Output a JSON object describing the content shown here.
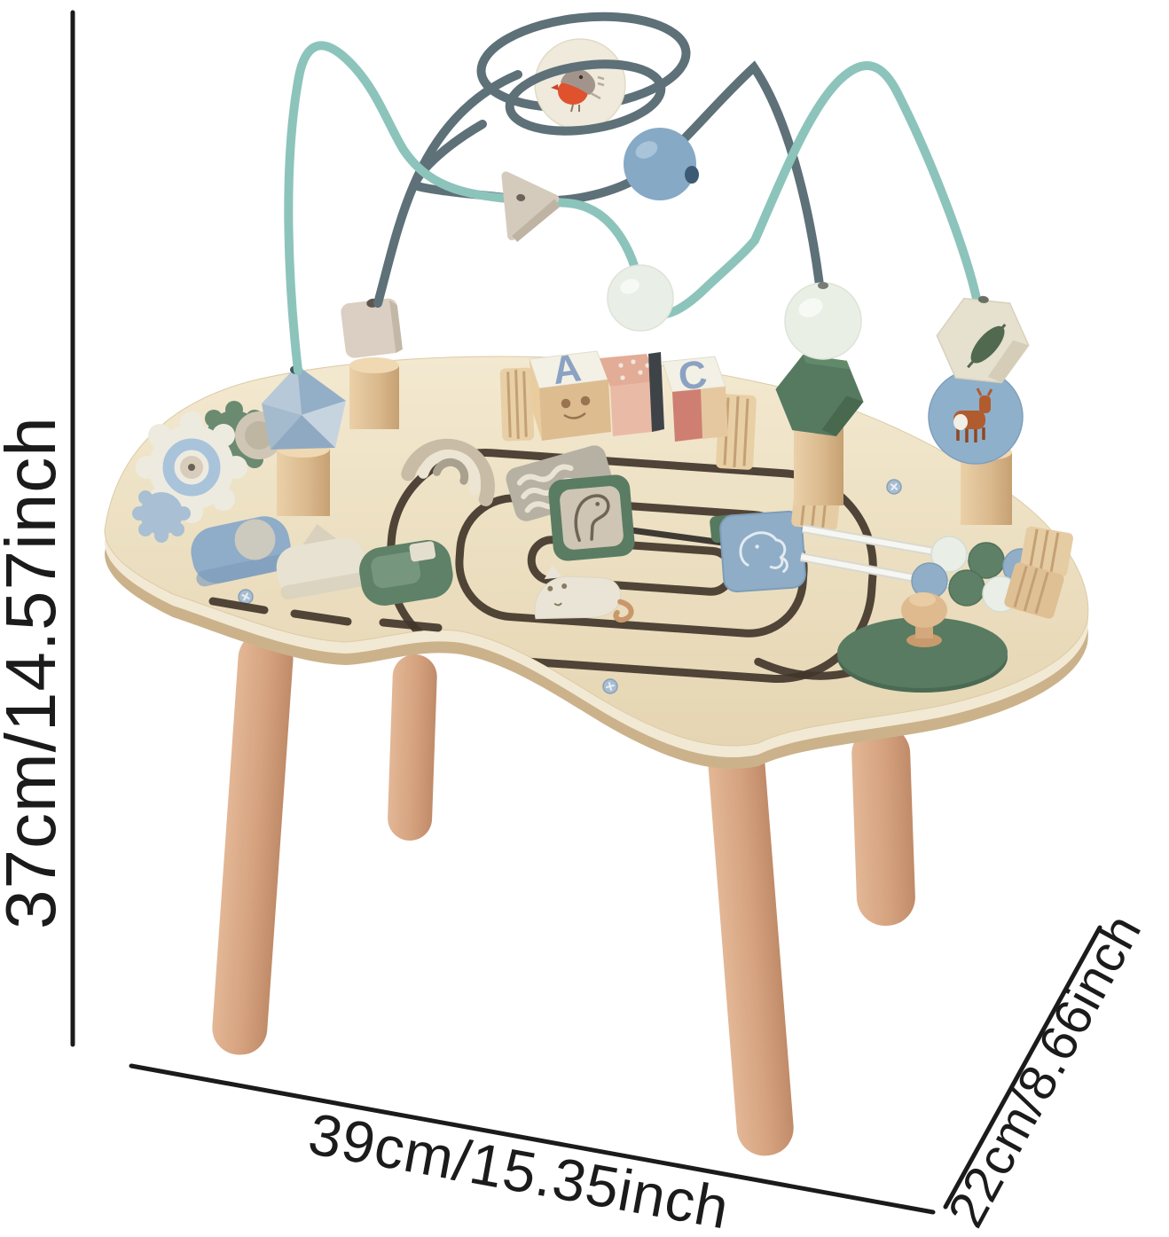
{
  "page": {
    "type": "product-photo",
    "background_color": "#ffffff"
  },
  "product": {
    "title": "wooden activity bead-maze table",
    "annotations": {
      "height_label": "37cm/14.57inch",
      "length_label": "39cm/15.35inch",
      "depth_label": "22cm/8.66inch"
    },
    "abc_blocks": {
      "letter_1": "A",
      "letter_2": "C"
    }
  },
  "colors": {
    "dimension_line": "#1b1b1b",
    "tabletop": "#EDE0C2",
    "tabletop_edge": "#CBB28B",
    "leg_wood": "#D5A483",
    "post_wood": "#DFBE94",
    "wire_teal": "#8CC4BB",
    "wire_gray": "#5E7078",
    "bead_blue": "#86A9C6",
    "bead_green": "#567A60",
    "bead_cream": "#E7E3D4",
    "bead_mint": "#E9EFE6",
    "bead_beige": "#D5CBBD",
    "robin_red": "#E0512E",
    "deer_brown": "#B05C2E",
    "letter_blue": "#8BA2C2",
    "maze_groove": "#42362B",
    "slider_green": "#5E8168",
    "screw_blue": "#A9BDD0"
  }
}
